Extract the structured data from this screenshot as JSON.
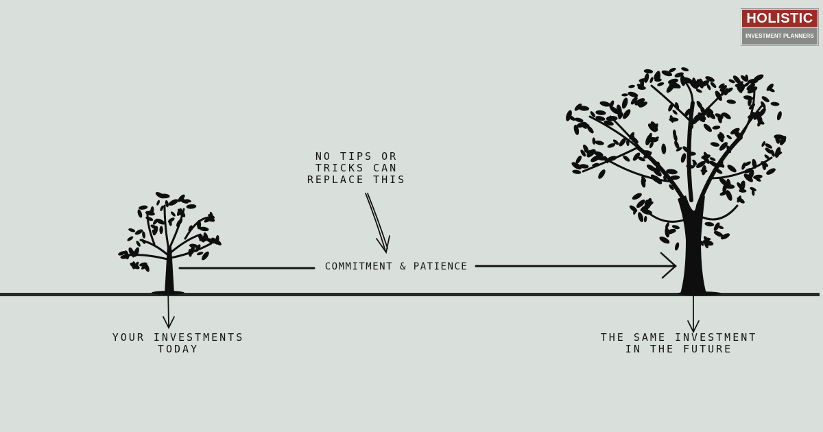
{
  "logo": {
    "title": "HOLISTIC",
    "subtitle": "INVESTMENT PLANNERS",
    "colors": {
      "title_bg": "#9e2b25",
      "subtitle_bg": "#878a87"
    }
  },
  "labels": {
    "tips_line1": "NO TIPS OR",
    "tips_line2": "TRICKS CAN",
    "tips_line3": "REPLACE THIS",
    "growth_path": "COMMITMENT & PATIENCE",
    "today_line1": "YOUR INVESTMENTS",
    "today_line2": "TODAY",
    "future_line1": "THE SAME INVESTMENT",
    "future_line2": "IN THE FUTURE"
  },
  "colors": {
    "background": "#d9dfdb",
    "ink": "#141414"
  }
}
